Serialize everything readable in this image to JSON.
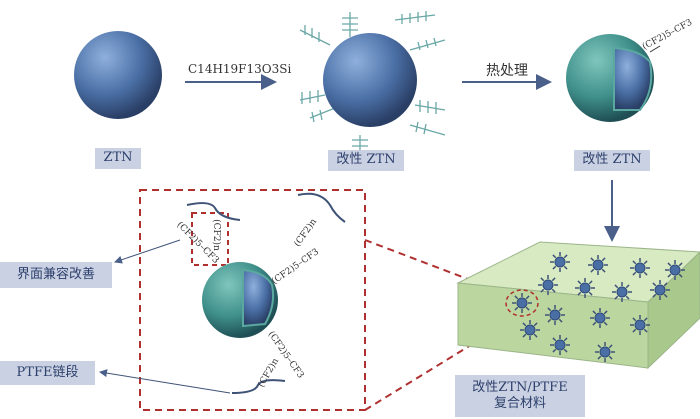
{
  "labels": {
    "ztn": "ZTN",
    "modified_ztn_1": "改性 ZTN",
    "modified_ztn_2": "改性 ZTN",
    "interface": "界面兼容改善",
    "ptfe_segment": "PTFE链段",
    "composite_line1": "改性ZTN/PTFE",
    "composite_line2": "复合材料"
  },
  "steps": {
    "reagent": "C14H19F13O3Si",
    "heat_treatment": "热处理"
  },
  "chains": {
    "tail": "(CF2)5–CF3",
    "link": "(CF2)n"
  },
  "colors": {
    "core": "#4a6fa5",
    "shell": "#3f8f8a",
    "label_bg": "#c9d1e3",
    "dash": "#b03030",
    "composite": "#cfe3b5"
  }
}
